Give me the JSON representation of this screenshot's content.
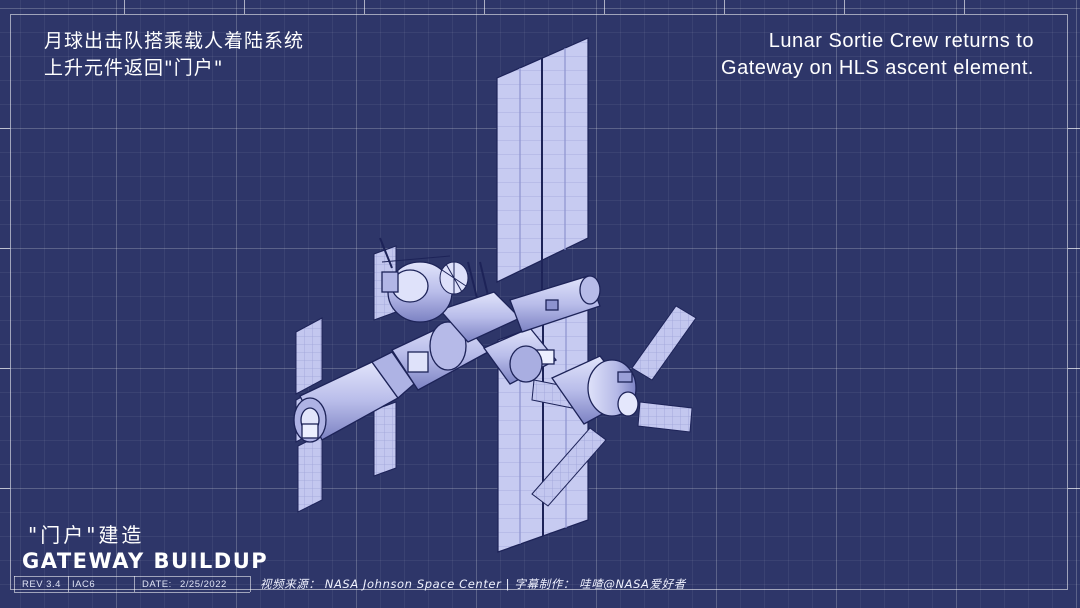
{
  "caption_cn": {
    "line1": "月球出击队搭乘载人着陆系统",
    "line2": "上升元件返回\"门户\""
  },
  "caption_en": {
    "line1": "Lunar Sortie Crew returns to",
    "line2": "Gateway on HLS ascent element."
  },
  "title": {
    "cn": "\"门户\"建造",
    "en": "GATEWAY BUILDUP"
  },
  "titleblock": {
    "rev": "REV 3.4",
    "code": "IAC6",
    "date_label": "DATE:",
    "date": "2/25/2022"
  },
  "credit": "视频来源： NASA Johnson Space Center | 字幕制作： 哇喳@NASA爱好者",
  "colors": {
    "background": "#2e3669",
    "hardware": "#c9cdf2",
    "hardware_shade": "#8d93cf",
    "line": "#1d2358"
  }
}
